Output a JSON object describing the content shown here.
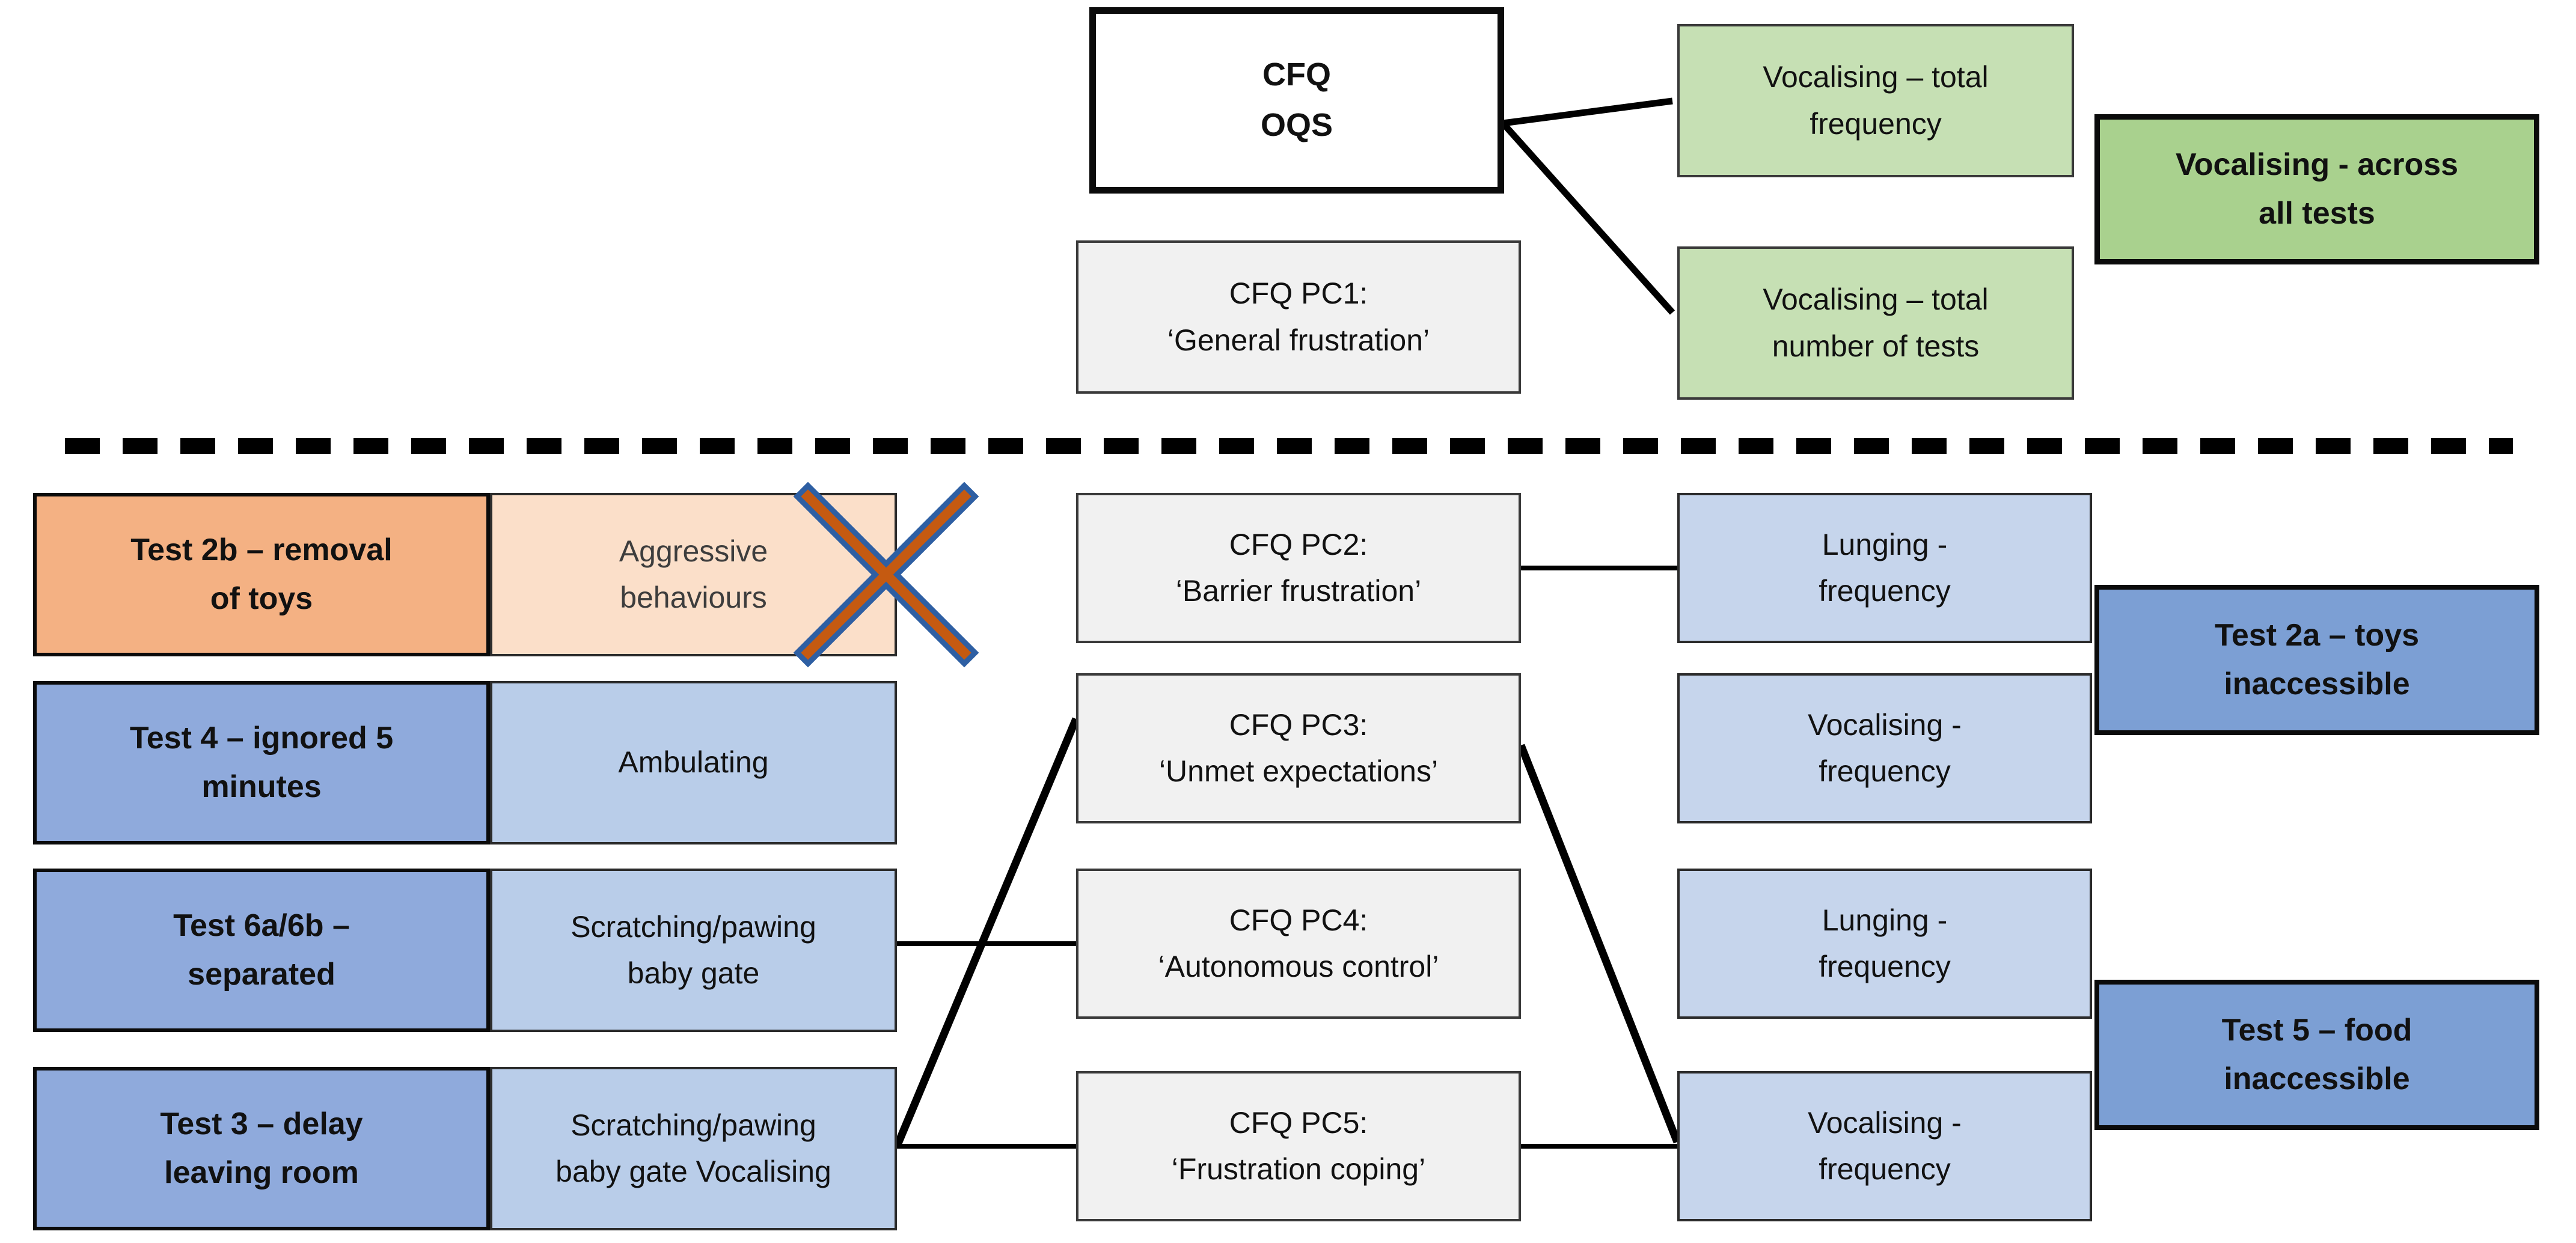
{
  "diagram": {
    "title_box": {
      "line1": "CFQ",
      "line2": "OQS"
    },
    "divider": {
      "style": "dashed",
      "color": "#000000"
    },
    "colors": {
      "green_light": "#c6e0b4",
      "green_dark": "#a9d18e",
      "blue_light": "#b9cde9",
      "blue_strong": "#8faadc",
      "blue_dark": "#7c9fd4",
      "orange_strong": "#f4b183",
      "orange_light": "#fbdfc9",
      "grey": "#f1f1f1",
      "x_fill": "#c55a11",
      "x_stroke": "#2e5fa3",
      "line": "#000000"
    },
    "top_section": {
      "green_total_frequency": {
        "line1": "Vocalising – total",
        "line2": "frequency"
      },
      "green_total_tests": {
        "line1": "Vocalising – total",
        "line2": "number of tests"
      },
      "green_across_all_tests": {
        "line1": "Vocalising - across",
        "line2": "all tests"
      },
      "pc1": {
        "line1": "CFQ PC1:",
        "line2": "‘General frustration’"
      }
    },
    "bottom_section": {
      "tests": [
        {
          "line1": "Test 2b – removal",
          "line2": "of toys"
        },
        {
          "line1": "Test 4 – ignored 5",
          "line2": "minutes"
        },
        {
          "line1": "Test 6a/6b –",
          "line2": "separated"
        },
        {
          "line1": "Test 3 – delay",
          "line2": "leaving room"
        }
      ],
      "behaviours": [
        {
          "line1": "Aggressive",
          "line2": "behaviours"
        },
        {
          "line1": "Ambulating",
          "line2": ""
        },
        {
          "line1": "Scratching/pawing",
          "line2": "baby gate"
        },
        {
          "line1": "Scratching/pawing",
          "line2": "baby gate Vocalising"
        }
      ],
      "components": [
        {
          "line1": "CFQ PC2:",
          "line2": "‘Barrier frustration’"
        },
        {
          "line1": "CFQ PC3:",
          "line2": "‘Unmet expectations’"
        },
        {
          "line1": "CFQ PC4:",
          "line2": "‘Autonomous control’"
        },
        {
          "line1": "CFQ PC5:",
          "line2": "‘Frustration coping’"
        }
      ],
      "measures": [
        {
          "line1": "Lunging -",
          "line2": "frequency"
        },
        {
          "line1": "Vocalising -",
          "line2": "frequency"
        },
        {
          "line1": "Lunging -",
          "line2": "frequency"
        },
        {
          "line1": "Vocalising -",
          "line2": "frequency"
        }
      ],
      "outcomes": [
        {
          "line1": "Test 2a – toys",
          "line2": "inaccessible"
        },
        {
          "line1": "Test 5 – food",
          "line2": "inaccessible"
        }
      ],
      "excluded_marker": "X"
    }
  }
}
